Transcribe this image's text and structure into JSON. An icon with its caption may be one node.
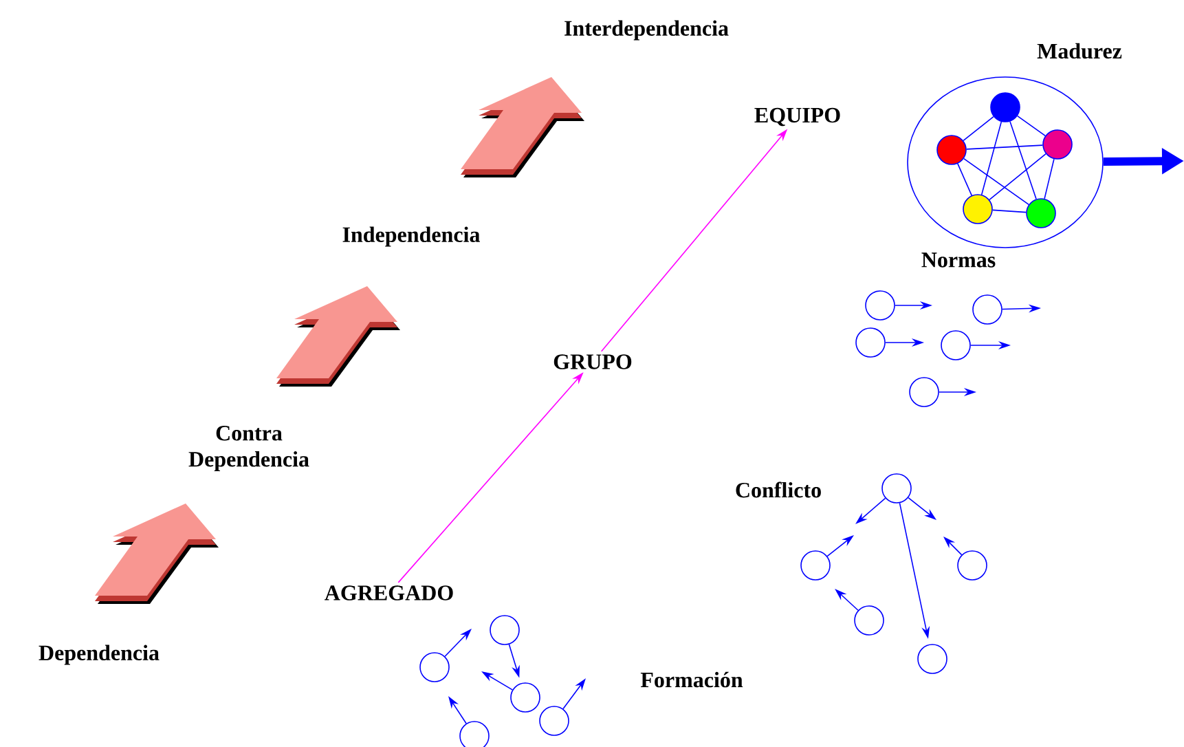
{
  "diagram": {
    "nodes": [
      {
        "text": [],
        "shape": "circle"
      },
      {
        "text": [],
        "shape": "circle",
        "in": 0
      },
      {
        "text": [],
        "shape": "circle",
        "in": 0
      },
      {
        "text": [],
        "shape": "circle",
        "in": 0
      },
      {
        "text": [],
        "shape": "circle",
        "in": 0
      },
      {
        "text": [],
        "shape": "circle",
        "in": 0
      },
      {
        "text": [
          "EQUIPO"
        ]
      },
      {
        "text": [],
        "shape": "circle"
      },
      {
        "text": [],
        "shape": "circle"
      },
      {
        "text": [],
        "shape": "circle"
      },
      {
        "text": [],
        "shape": "circle"
      },
      {
        "text": [],
        "shape": "circle"
      },
      {
        "text": [
          "GRUPO"
        ]
      },
      {
        "text": [],
        "shape": "circle"
      },
      {
        "text": [],
        "shape": "circle"
      },
      {
        "text": [],
        "shape": "circle"
      },
      {
        "text": [],
        "shape": "circle"
      },
      {
        "text": [],
        "shape": "circle"
      },
      {
        "text": [
          "AGREGADO"
        ]
      },
      {
        "text": [],
        "shape": "circle"
      },
      {
        "text": [],
        "shape": "circle"
      },
      {
        "text": [],
        "shape": "circle"
      },
      {
        "text": [],
        "shape": "circle"
      },
      {
        "text": [],
        "shape": "circle"
      }
    ],
    "edges": [
      {
        "from": 18,
        "to": 12,
        "arrow": "to",
        "color": "#ff00ff"
      },
      {
        "from": 12,
        "to": 6,
        "arrow": "to",
        "color": "#ff00ff"
      },
      {
        "from": 1,
        "to": 2,
        "arrow": "none"
      },
      {
        "from": 1,
        "to": 3,
        "arrow": "none"
      },
      {
        "from": 1,
        "to": 4,
        "arrow": "none"
      },
      {
        "from": 1,
        "to": 5,
        "arrow": "none"
      },
      {
        "from": 2,
        "to": 3,
        "arrow": "none"
      },
      {
        "from": 2,
        "to": 4,
        "arrow": "none"
      },
      {
        "from": 2,
        "to": 5,
        "arrow": "none"
      },
      {
        "from": 3,
        "to": 4,
        "arrow": "none"
      },
      {
        "from": 3,
        "to": 5,
        "arrow": "none"
      },
      {
        "from": 4,
        "to": 5,
        "arrow": "none"
      },
      {
        "from": 0,
        "to": null,
        "arrow": "to",
        "style": "thick"
      },
      {
        "from": 7,
        "to": null,
        "arrow": "to"
      },
      {
        "from": 8,
        "to": null,
        "arrow": "to"
      },
      {
        "from": 9,
        "to": null,
        "arrow": "to"
      },
      {
        "from": 10,
        "to": null,
        "arrow": "to"
      },
      {
        "from": 11,
        "to": null,
        "arrow": "to"
      },
      {
        "from": 13,
        "to": null,
        "arrow": "to"
      },
      {
        "from": 13,
        "to": null,
        "arrow": "to"
      },
      {
        "from": 13,
        "to": 17,
        "arrow": "to"
      },
      {
        "from": 14,
        "to": null,
        "arrow": "to"
      },
      {
        "from": 15,
        "to": null,
        "arrow": "to"
      },
      {
        "from": 16,
        "to": null,
        "arrow": "to"
      },
      {
        "from": 19,
        "to": null,
        "arrow": "to"
      },
      {
        "from": 20,
        "to": 21,
        "arrow": "to"
      },
      {
        "from": 21,
        "to": null,
        "arrow": "to"
      },
      {
        "from": 22,
        "to": null,
        "arrow": "to"
      },
      {
        "from": 23,
        "to": null,
        "arrow": "to"
      }
    ],
    "labels": [
      "Interdependencia",
      "Madurez",
      "Independencia",
      "Normas",
      "Contra Dependencia",
      "Conflicto",
      "Dependencia",
      "Formación"
    ]
  }
}
